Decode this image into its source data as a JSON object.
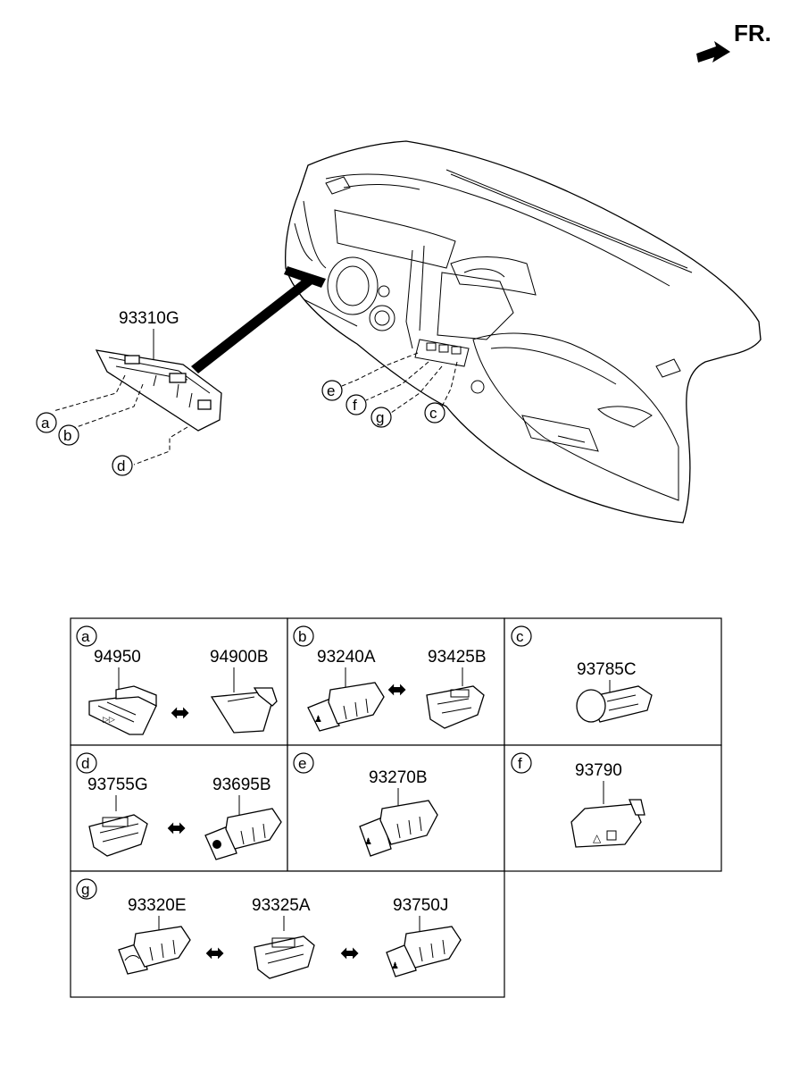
{
  "direction_label": "FR.",
  "main_assembly": {
    "part_number": "93310G",
    "callouts_left": [
      "a",
      "b",
      "d"
    ],
    "callouts_dash": [
      "e",
      "f",
      "g",
      "c"
    ]
  },
  "cells": [
    {
      "letter": "a",
      "parts": [
        "94950",
        "94900B"
      ]
    },
    {
      "letter": "b",
      "parts": [
        "93240A",
        "93425B"
      ]
    },
    {
      "letter": "c",
      "parts": [
        "93785C"
      ]
    },
    {
      "letter": "d",
      "parts": [
        "93755G",
        "93695B"
      ]
    },
    {
      "letter": "e",
      "parts": [
        "93270B"
      ]
    },
    {
      "letter": "f",
      "parts": [
        "93790"
      ]
    },
    {
      "letter": "g",
      "parts": [
        "93320E",
        "93325A",
        "93750J"
      ]
    }
  ]
}
